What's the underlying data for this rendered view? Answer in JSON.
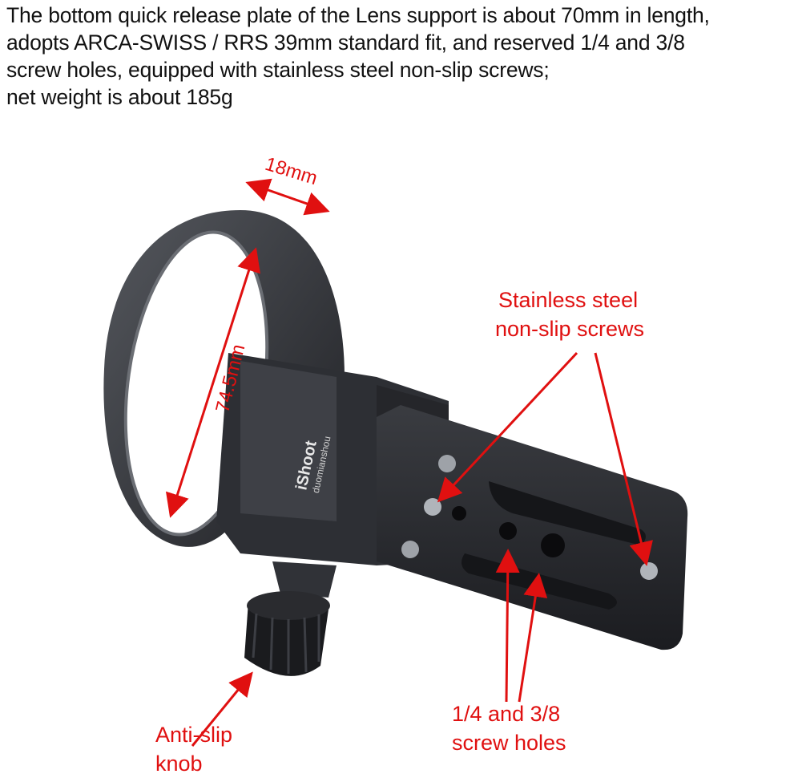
{
  "description": [
    "The bottom quick release plate of the Lens support is about 70mm in length,",
    "adopts ARCA-SWISS / RRS 39mm standard fit, and reserved 1/4 and 3/8",
    "screw holes, equipped with stainless steel non-slip screws;",
    "net weight is about 185g"
  ],
  "dimensions": {
    "width": "18mm",
    "height": "74.5mm"
  },
  "callouts": {
    "screws": [
      "Stainless steel",
      "non-slip screws"
    ],
    "holes": [
      "1/4 and 3/8",
      "screw holes"
    ],
    "knob": [
      "Anti-slip",
      "knob"
    ]
  },
  "brand": {
    "logo": "iShoot",
    "sub": "duomianshou"
  },
  "colors": {
    "annotation": "#e01010",
    "metal": "#2f3136"
  }
}
